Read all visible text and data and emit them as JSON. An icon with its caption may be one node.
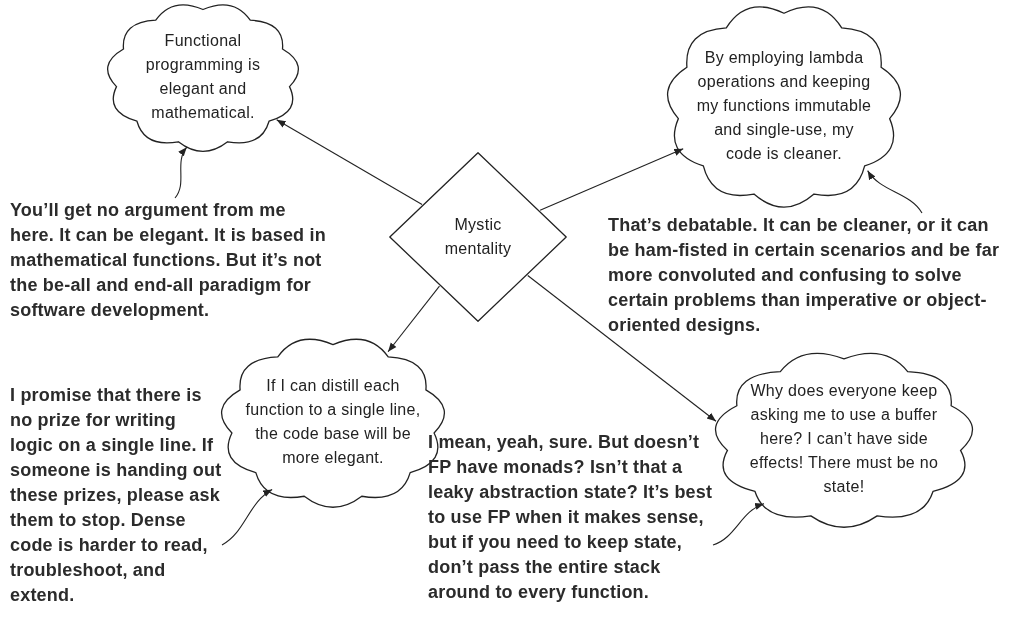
{
  "diagram": {
    "nodes": [
      {
        "text": [
          "Functional programming is elegant and mathematical."
        ]
      },
      {
        "text": [
          "By employing lambda operations and keeping my functions immutable and single-use, my code is cleaner."
        ]
      },
      {
        "text": [
          "Mystic mentality"
        ]
      },
      {
        "text": [
          "If I can distill each function to a single line, the code base will be more elegant."
        ]
      },
      {
        "text": [
          "Why does everyone keep asking me to use a buffer here? I can’t have side effects! There must be no state!"
        ]
      },
      {
        "text": [
          "You’ll get no argument from me here. It can be elegant. It is based in mathematical functions. But it’s not the be-all and end-all paradigm for software development."
        ]
      },
      {
        "text": [
          "That’s debatable. It can be cleaner, or it can be ham-fisted in certain scenarios and be far more convoluted and confusing to solve certain problems than imperative or object-oriented designs."
        ]
      },
      {
        "text": [
          "I promise that there is no prize for writing logic on a single line. If someone is handing out these prizes, please ask them to stop. Dense code is harder to read, troubleshoot, and extend."
        ]
      },
      {
        "text": [
          "I mean, yeah, sure. But doesn’t FP have monads? Isn’t that a leaky abstraction state? It’s best to use FP when it makes sense, but if you need to keep state, don’t pass the entire stack around to every function."
        ]
      }
    ],
    "edges": [
      {
        "from": 2,
        "to": 0,
        "arrow": "to"
      },
      {
        "from": 2,
        "to": 1,
        "arrow": "to"
      },
      {
        "from": 2,
        "to": 3,
        "arrow": "to"
      },
      {
        "from": 2,
        "to": 4,
        "arrow": "to"
      },
      {
        "from": 5,
        "to": 0,
        "arrow": "to"
      },
      {
        "from": 6,
        "to": 1,
        "arrow": "to"
      },
      {
        "from": 7,
        "to": 3,
        "arrow": "to"
      },
      {
        "from": 8,
        "to": 4,
        "arrow": "to"
      }
    ]
  }
}
